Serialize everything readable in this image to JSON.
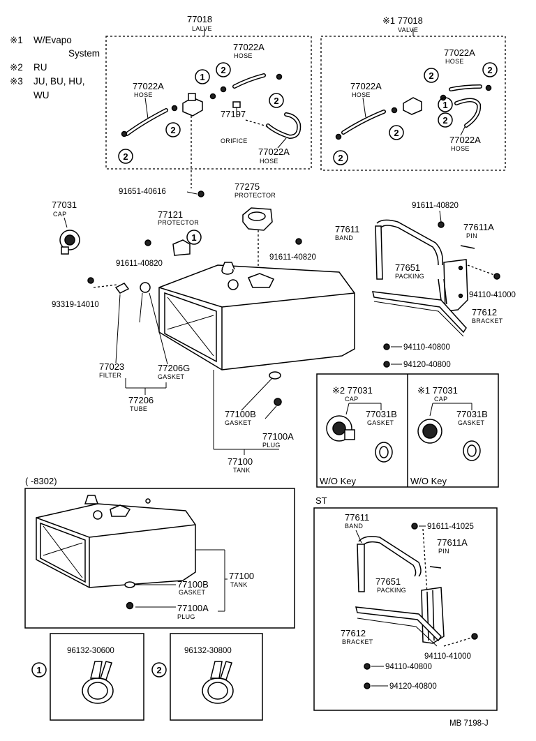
{
  "notes": {
    "n1_mark": "※1",
    "n1_text": "W/Evapo",
    "n1_text2": "System",
    "n2_mark": "※2",
    "n2_text": "RU",
    "n3_mark": "※3",
    "n3_text": "JU, BU, HU,",
    "n3_text2": "WU"
  },
  "parts": {
    "valve_left": "77018",
    "valve_left_label": "LALVE",
    "valve_right": "※1 77018",
    "valve_right_label": "VALVE",
    "hose_a": "77022A",
    "hose_label": "HOSE",
    "orifice": "77197",
    "orifice_label": "ORIFICE",
    "bolt_91651": "91651-40616",
    "protector": "77275",
    "protector_label": "PROTECTOR",
    "protector2": "77121",
    "protector2_label": "PROTECTOR",
    "bolt_91611_40820": "91611-40820",
    "cap": "77031",
    "cap_label": "CAP",
    "cap2": "※2 77031",
    "cap3": "※1 77031",
    "screw_93319": "93319-14010",
    "filter": "77023",
    "filter_label": "FILTER",
    "gasket_g": "77206G",
    "gasket_label": "GASKET",
    "tube": "77206",
    "tube_label": "TUBE",
    "band": "77611",
    "band_label": "BAND",
    "pin": "77611A",
    "pin_label": "PIN",
    "packing": "77651",
    "packing_label": "PACKING",
    "bracket": "77612",
    "bracket_label": "BRACKET",
    "nut_94110_41000": "94110-41000",
    "nut_94110_40800": "94110-40800",
    "nut_94120_40800": "94120-40800",
    "bolt_91611_41025": "91611-41025",
    "tank_gasket": "77100B",
    "tank_plug": "77100A",
    "plug_label": "PLUG",
    "tank": "77100",
    "tank_label": "TANK",
    "cap_gasket": "77031B",
    "wo_key": "W/O Key",
    "range": "(      -8302)",
    "st": "ST",
    "clamp1": "96132-30600",
    "clamp2": "96132-30800",
    "circle1": "1",
    "circle2": "2",
    "footer": "MB 7198-J"
  }
}
